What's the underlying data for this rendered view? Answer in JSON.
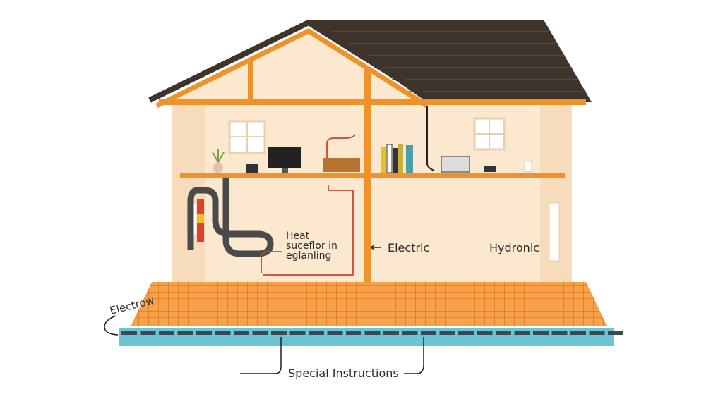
{
  "labels": {
    "heat_line1": "Heat",
    "heat_line2": "suceflor in",
    "heat_line3": "eglanling",
    "electric": "Electric",
    "hydronic": "Hydronic",
    "electrow": "Electrow",
    "special_instructions": "Special Instructions"
  },
  "colors": {
    "roof": "#3f342c",
    "beam": "#f0922a",
    "wall": "#fbe8cf",
    "floor_grid": "#f08a2a",
    "base": "#6cc3d5",
    "pipe_red": "#c9453a"
  }
}
